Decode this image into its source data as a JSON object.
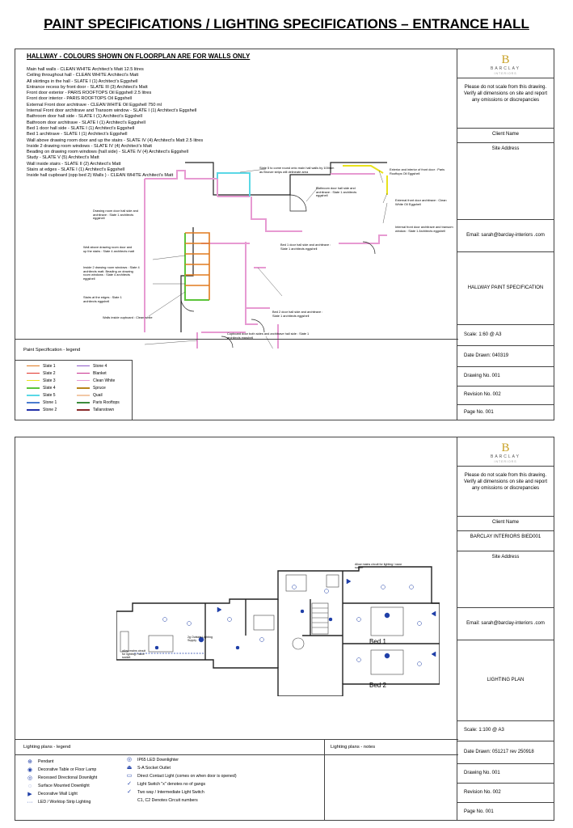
{
  "page_title": "PAINT SPECIFICATIONS / LIGHTING SPECIFICATIONS – ENTRANCE HALL",
  "logo": {
    "mark": "B",
    "name": "BARCLAY",
    "sub": "INTERIORS"
  },
  "sheet1": {
    "heading": "HALLWAY - COLOURS SHOWN ON FLOORPLAN ARE FOR WALLS ONLY",
    "specs": [
      "Main hall walls  - CLEAN WHITE Architect’s Matt 12.5 litres",
      "Ceiling throughout hall - CLEAN WHITE Architect’s Matt",
      "All skirtings in the hall  - SLATE I (1) Architect’s Eggshell",
      "Entrance recess by front door - SLATE III (3) Architect’s Matt",
      "Front door exterior - PARIS ROOFTOPS  Oil Eggshell 2.5 litres",
      "Front door interior  - PARIS ROOFTOPS Oil Eggshell",
      "External Front door architrave  - CLEAN WHITE Oil Eggshell 750 ml",
      "Internal Front door architrave and Transom window - SLATE I (1) Architect’s Eggshell",
      "Bathroom door hall side - SLATE I (1) Architect’s Eggshell",
      "Bathroom door architrave  - SLATE I (1) Architect’s Eggshell",
      "Bed 1 door hall side  - SLATE I (1) Architect’s Eggshell",
      "Bed 1 architrave  - SLATE I (1) Architect’s Eggshell",
      "Wall above drawing room door and up the stairs  - SLATE IV (4) Architect’s Matt 2.5 litres",
      "Inside 2 drawing room windows  - SLATE IV (4) Architect’s Matt",
      "Beading on drawing room windows (hall side) - SLATE IV (4) Architect’s Eggshell",
      "Study  - SLATE V (5) Architect’s Matt",
      "Wall inside stairs  - SLATE II (2) Architect’s Matt",
      "Stairs at edges  - SLATE I (1) Architect’s Eggshell",
      "Inside hall cupboard (opp bed 2) Walls ) - CLEAN WHITE Architect’s Matt"
    ],
    "annotations": {
      "slate5": "Slate 5 to come round onto main hall walls by 100mm as Bronze strips will delineate area",
      "bathroom": "Bathroom door hall side and architrave : Slate 1 architects eggshell",
      "exterior": "Exterior and interior of front door : Paris Rooftops Oil Eggshell",
      "ext_arch": "External front door architrave : Clean White Oil Eggshell",
      "int_arch": "Internal front door architrave and transom window : Slate 1 Architects eggshell",
      "bed1": "Bed 1 door hall side and architrave : Slate 1 architects eggshell",
      "drawing_door": "Drawing room door hall side and architrave : Slate 1 architects eggshell",
      "wall_above": "Wall above drawing room door and up the stairs : Slate 4 architects matt",
      "inside2": "Inside 2 drawing room windows : Slate 4 architects matt. Beading on drawing room windows : Slate 4 architects eggshell",
      "stairs_edges": "Stairs at the edges : Slate 1 architects eggshell",
      "walls_cupboard": "Walls inside cupboard : Clean white",
      "bed2": "Bed 2 door hall side and architrave : Slate 1 architects eggshell",
      "cupboard": "Cupboard door both sides and architrave hall side : Slate 1 architects eggshell"
    },
    "legend_title": "Paint Specification - legend",
    "legend_left": [
      {
        "label": "Slate 1",
        "color": "#e07a1f"
      },
      {
        "label": "Slate 2",
        "color": "#e0332b"
      },
      {
        "label": "Slate 3",
        "color": "#e8e21c"
      },
      {
        "label": "Slate 4",
        "color": "#5cc43a"
      },
      {
        "label": "Slate 5",
        "color": "#5ad8e6"
      },
      {
        "label": "Stone 1",
        "color": "#4a7ccf"
      },
      {
        "label": "Stone 2",
        "color": "#2330a8"
      }
    ],
    "legend_right": [
      {
        "label": "Stone 4",
        "color": "#8f5ac8"
      },
      {
        "label": "Blanket",
        "color": "#c8308e"
      },
      {
        "label": "Clean White",
        "color": "#e79ad2"
      },
      {
        "label": "Spruce",
        "color": "#b8861a"
      },
      {
        "label": "Quail",
        "color": "#f2c8a6"
      },
      {
        "label": "Paris Rooftops",
        "color": "#3c8c3c"
      },
      {
        "label": "Tallanstown",
        "color": "#8a2b2b"
      }
    ],
    "title_block": {
      "disclaimer": "Please do not scale from this drawing. Verify all dimensions on site and report any omissions or discrepancies",
      "client": "Client Name",
      "site": "Site Address",
      "email": "Email: sarah@barclay-interiors .com",
      "drawing_title": "HALLWAY PAINT SPECIFICATION",
      "scale": "Scale: 1:60 @ A3",
      "date": "Date Drawn: 040319",
      "drawing_no": "Drawing No. 001",
      "revision": "Revision No. 002",
      "page": "Page No. 001"
    }
  },
  "sheet2": {
    "title_block": {
      "disclaimer": "Please do not scale from this drawing. Verify all dimensions on site and report any omissions or discrepancies",
      "client": "Client Name",
      "client_value": "BARCLAY INTERIORS BIED001",
      "site": "Site Address",
      "email": "Email: sarah@barclay-interiors .com",
      "drawing_title": "LIGHTING PLAN",
      "scale": "Scale: 1:100 @ A3",
      "date": "Date Drawn: 051217 rev 250918",
      "drawing_no": "Drawing No. 001",
      "revision": "Revision No. 002",
      "page": "Page No. 001"
    },
    "plan_labels": {
      "bed1": "Bed 1",
      "bed2": "Bed 2",
      "mains": "Allow mains circuit for lighting / razor socket",
      "outside": "2g Outside Lighting Supply",
      "allow2": "allow mains circuit for lighting / razor socket"
    },
    "legend_title": "Lighting plans - legend",
    "notes_title": "Lighting plans - notes",
    "legend_left": [
      {
        "icon": "⊕",
        "label": "Pendant"
      },
      {
        "icon": "◉",
        "label": "Decorative Table or Floor Lamp"
      },
      {
        "icon": "◎",
        "label": "Recessed Directional Downlight"
      },
      {
        "icon": "◌",
        "label": "Surface Mounted Downlight"
      },
      {
        "icon": "▶",
        "label": "Decorative Wall Light"
      },
      {
        "icon": "···",
        "label": "LED / Worktop Strip Lighting"
      }
    ],
    "legend_right": [
      {
        "icon": "◎",
        "label": "IP65 LED Downlighter"
      },
      {
        "icon": "⏏",
        "label": "S-A Socket Outlet"
      },
      {
        "icon": "▭",
        "label": "Direct Contact Light (comes on when door is opened)"
      },
      {
        "icon": "✓",
        "label": "Light Switch \"x\" denotes no of gangs"
      },
      {
        "icon": "✓",
        "label": "Two way / Intermediate Light Switch"
      },
      {
        "icon": "",
        "label": "C1, C2  Denotes Circuit numbers"
      }
    ]
  }
}
